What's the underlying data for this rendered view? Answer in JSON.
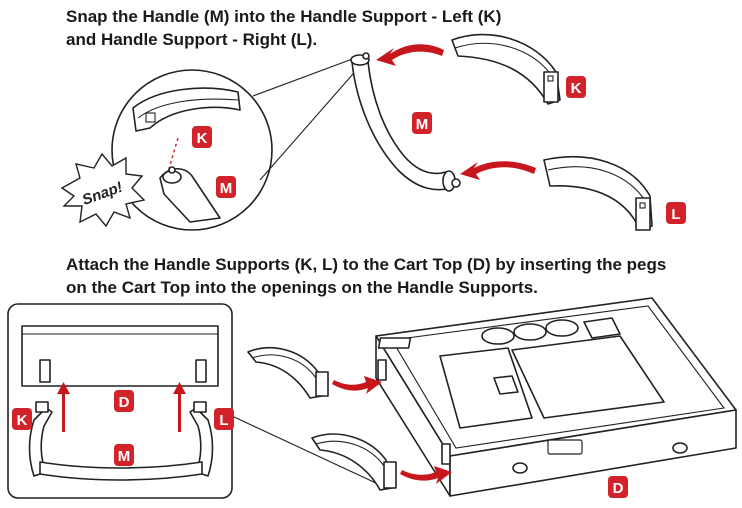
{
  "step1": {
    "line1": "Snap the Handle (M) into the Handle Support - Left (K)",
    "line2": "and Handle Support - Right (L)."
  },
  "step2": {
    "line1": "Attach the Handle Supports (K, L) to the Cart Top (D) by inserting the pegs",
    "line2": "on the Cart Top into the openings on the Handle Supports."
  },
  "labels": {
    "handle": "M",
    "support_left": "K",
    "support_right": "L",
    "cart_top": "D"
  },
  "snap_text": "Snap!",
  "colors": {
    "accent": "#d2232a",
    "line": "#222222"
  }
}
